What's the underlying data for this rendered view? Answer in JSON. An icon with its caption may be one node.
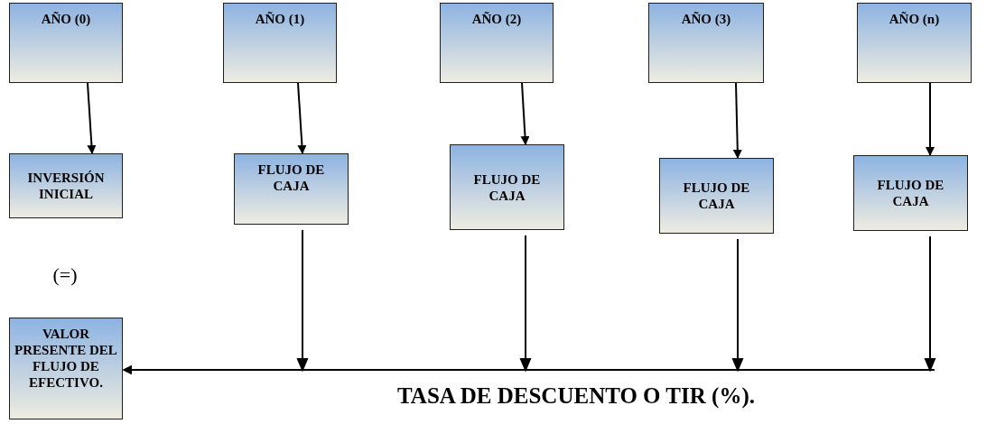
{
  "diagram": {
    "nodes": [
      {
        "text": [
          "AÑO (0)"
        ]
      },
      {
        "text": [
          "AÑO (1)"
        ]
      },
      {
        "text": [
          "AÑO (2)"
        ]
      },
      {
        "text": [
          "AÑO (3)"
        ]
      },
      {
        "text": [
          "AÑO (n)"
        ]
      },
      {
        "text": [
          "INVERSIÓN INICIAL"
        ]
      },
      {
        "text": [
          "FLUJO DE CAJA"
        ]
      },
      {
        "text": [
          "FLUJO DE CAJA"
        ]
      },
      {
        "text": [
          "FLUJO DE CAJA"
        ]
      },
      {
        "text": [
          "FLUJO DE CAJA"
        ]
      },
      {
        "text": [
          "VALOR PRESENTE DEL FLUJO DE EFECTIVO."
        ]
      }
    ],
    "edges": [
      {
        "from": 0,
        "to": 5,
        "arrow": "to"
      },
      {
        "from": 1,
        "to": 6,
        "arrow": "to"
      },
      {
        "from": 2,
        "to": 7,
        "arrow": "to"
      },
      {
        "from": 3,
        "to": 8,
        "arrow": "to"
      },
      {
        "from": 4,
        "to": 9,
        "arrow": "to"
      },
      {
        "from": 6,
        "to": 10,
        "arrow": "to"
      },
      {
        "from": 7,
        "to": 10,
        "arrow": "to"
      },
      {
        "from": 8,
        "to": 10,
        "arrow": "to"
      },
      {
        "from": 9,
        "to": 10,
        "arrow": "to"
      }
    ],
    "labels": [
      "(=)",
      "TASA DE DESCUENTO O TIR (%)."
    ]
  }
}
